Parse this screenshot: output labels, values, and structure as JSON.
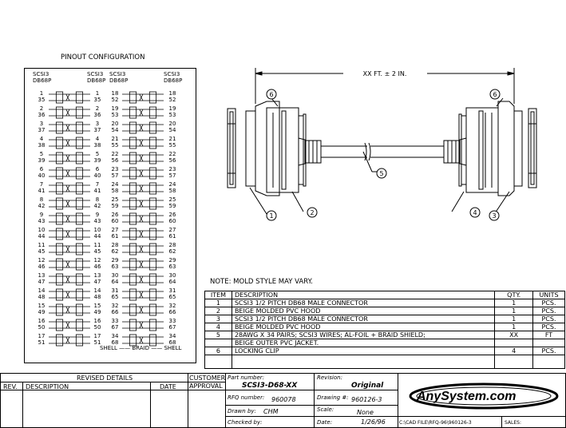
{
  "pinout": {
    "title": "PINOUT CONFIGURATION",
    "col_headers": [
      {
        "line1": "SCSI3",
        "line2": "DB68P"
      },
      {
        "line1": "SCSI3",
        "line2": "DB68P"
      },
      {
        "line1": "SCSI3",
        "line2": "DB68P"
      },
      {
        "line1": "SCSI3",
        "line2": "DB68P"
      }
    ],
    "left_pairs": [
      [
        "1",
        "35"
      ],
      [
        "2",
        "36"
      ],
      [
        "3",
        "37"
      ],
      [
        "4",
        "38"
      ],
      [
        "5",
        "39"
      ],
      [
        "6",
        "40"
      ],
      [
        "7",
        "41"
      ],
      [
        "8",
        "42"
      ],
      [
        "9",
        "43"
      ],
      [
        "10",
        "44"
      ],
      [
        "11",
        "45"
      ],
      [
        "12",
        "46"
      ],
      [
        "13",
        "47"
      ],
      [
        "14",
        "48"
      ],
      [
        "15",
        "49"
      ],
      [
        "16",
        "50"
      ],
      [
        "17",
        "51"
      ]
    ],
    "right_pairs": [
      [
        "18",
        "52"
      ],
      [
        "19",
        "53"
      ],
      [
        "20",
        "54"
      ],
      [
        "21",
        "55"
      ],
      [
        "22",
        "56"
      ],
      [
        "23",
        "57"
      ],
      [
        "24",
        "58"
      ],
      [
        "25",
        "59"
      ],
      [
        "26",
        "60"
      ],
      [
        "27",
        "61"
      ],
      [
        "28",
        "62"
      ],
      [
        "29",
        "63"
      ],
      [
        "30",
        "64"
      ],
      [
        "31",
        "65"
      ],
      [
        "32",
        "66"
      ],
      [
        "33",
        "67"
      ],
      [
        "34",
        "68"
      ]
    ],
    "footer": "SHELL —— BRAID —— SHELL"
  },
  "drawing": {
    "length_label": "XX FT. ± 2 IN.",
    "callouts": [
      "1",
      "2",
      "3",
      "4",
      "5",
      "6",
      "6"
    ]
  },
  "note": "NOTE:  MOLD STYLE MAY VARY.",
  "bom": {
    "headers": [
      "ITEM",
      "DESCRIPTION",
      "QTY.",
      "UNITS"
    ],
    "rows": [
      {
        "item": "1",
        "desc": "SCSI3 1/2 PITCH DB68 MALE CONNECTOR",
        "qty": "1",
        "units": "PCS."
      },
      {
        "item": "2",
        "desc": "BEIGE MOLDED PVC HOOD",
        "qty": "1",
        "units": "PCS."
      },
      {
        "item": "3",
        "desc": "SCSI3 1/2 PITCH DB68 MALE CONNECTOR",
        "qty": "1",
        "units": "PCS."
      },
      {
        "item": "4",
        "desc": "BEIGE MOLDED PVC HOOD",
        "qty": "1",
        "units": "PCS."
      },
      {
        "item": "5",
        "desc": "28AWG X 34 PAIRS; SCSI3 WIRES; AL-FOIL + BRAID SHIELD;",
        "qty": "XX",
        "units": "FT"
      },
      {
        "item": "",
        "desc": "BEIGE OUTER PVC JACKET.",
        "qty": "",
        "units": ""
      },
      {
        "item": "6",
        "desc": "LOCKING CLIP",
        "qty": "4",
        "units": "PCS."
      }
    ]
  },
  "revised": {
    "title": "REVISED DETAILS",
    "rev": "REV.",
    "description": "DESCRIPTION",
    "date": "DATE",
    "customer": "CUSTOMER",
    "approval": "APPROVAL"
  },
  "title_block": {
    "part_number_label": "Part number:",
    "part_number": "SCSI3-D68-XX",
    "revision_label": "Revision:",
    "revision": "Original",
    "rfq_label": "RFQ number:",
    "rfq": "960078",
    "drawing_label": "Drawing #:",
    "drawing": "960126-3",
    "drawn_label": "Drawn by:",
    "drawn": "CHM",
    "scale_label": "Scale:",
    "scale": "None",
    "checked_label": "Checked by:",
    "date_label": "Date:",
    "date": "1/26/96",
    "file_path": "C:\\CAD FILE\\RFQ-96\\960126-3",
    "sales": "SALES:",
    "logo": "AnySystem.com"
  }
}
